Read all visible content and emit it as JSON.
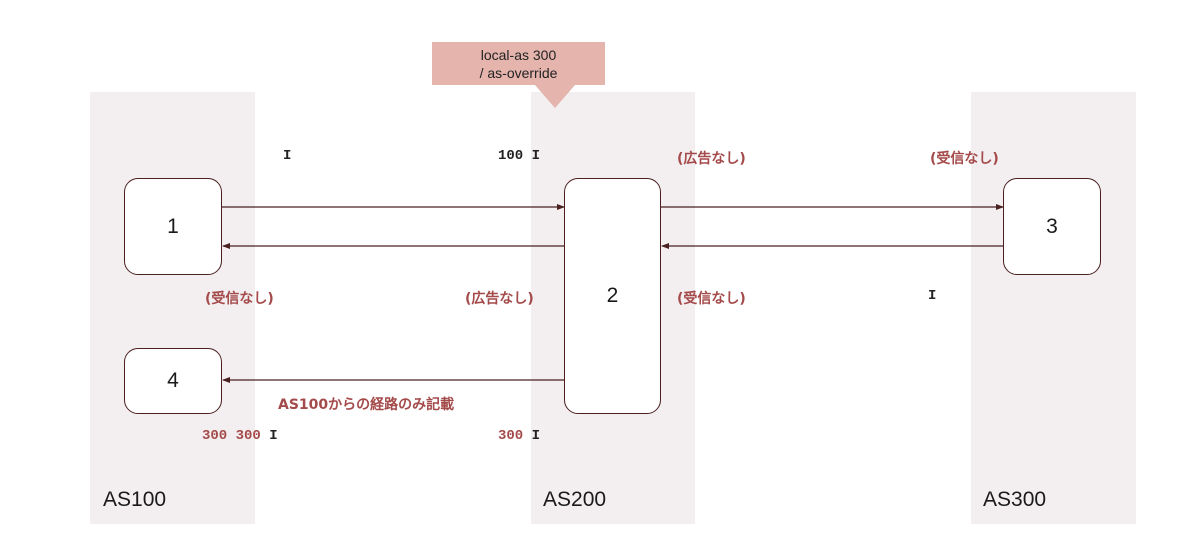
{
  "callout": {
    "line1": "local-as 300",
    "line2": "/ as-override"
  },
  "as_regions": [
    {
      "label": "AS100"
    },
    {
      "label": "AS200"
    },
    {
      "label": "AS300"
    }
  ],
  "routers": {
    "r1": "1",
    "r2": "2",
    "r3": "3",
    "r4": "4"
  },
  "path_labels": {
    "r1_top": "I",
    "r2_top": "100 I",
    "r3_bottom": "I",
    "r4_bottom_prefix": "300 300",
    "r4_bottom_suffix": "I",
    "r2_bottom_prefix": "300",
    "r2_bottom_suffix": "I"
  },
  "notes": {
    "r2_to_r3_top": "(広告なし)",
    "r3_top": "(受信なし)",
    "r1_bottom": "(受信なし)",
    "r2_left_bottom": "(広告なし)",
    "r2_right_bottom": "(受信なし)",
    "r4_link": "AS100からの経路のみ記載"
  },
  "colors": {
    "region": "#f3eef0",
    "callout": "#e4b4ad",
    "accent": "#a44a4a",
    "line": "#4a2020"
  }
}
